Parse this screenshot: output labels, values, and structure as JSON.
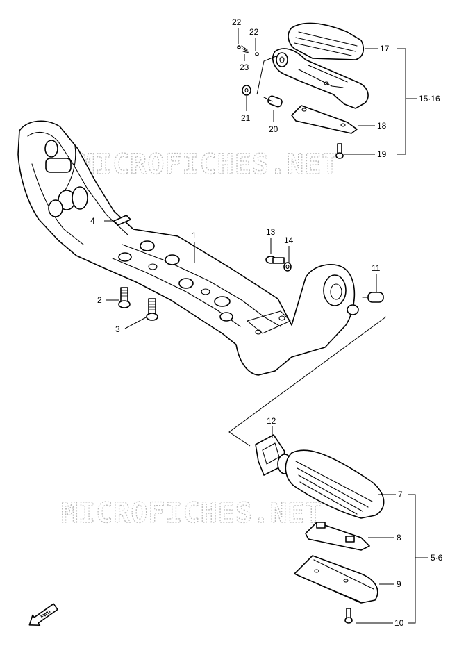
{
  "watermark": "MICROFICHES.NET",
  "fwd_label": "FWD",
  "callouts": {
    "c1": "1",
    "c2": "2",
    "c3": "3",
    "c4": "4",
    "c7": "7",
    "c8": "8",
    "c9": "9",
    "c10": "10",
    "c11": "11",
    "c12": "12",
    "c13": "13",
    "c14": "14",
    "c17": "17",
    "c18": "18",
    "c19": "19",
    "c20": "20",
    "c21": "21",
    "c22a": "22",
    "c22b": "22",
    "c23": "23",
    "g15_16": "15·16",
    "g5_6": "5·6"
  },
  "colors": {
    "line": "#000000",
    "watermark": "#b9b9b9",
    "background": "#ffffff"
  }
}
